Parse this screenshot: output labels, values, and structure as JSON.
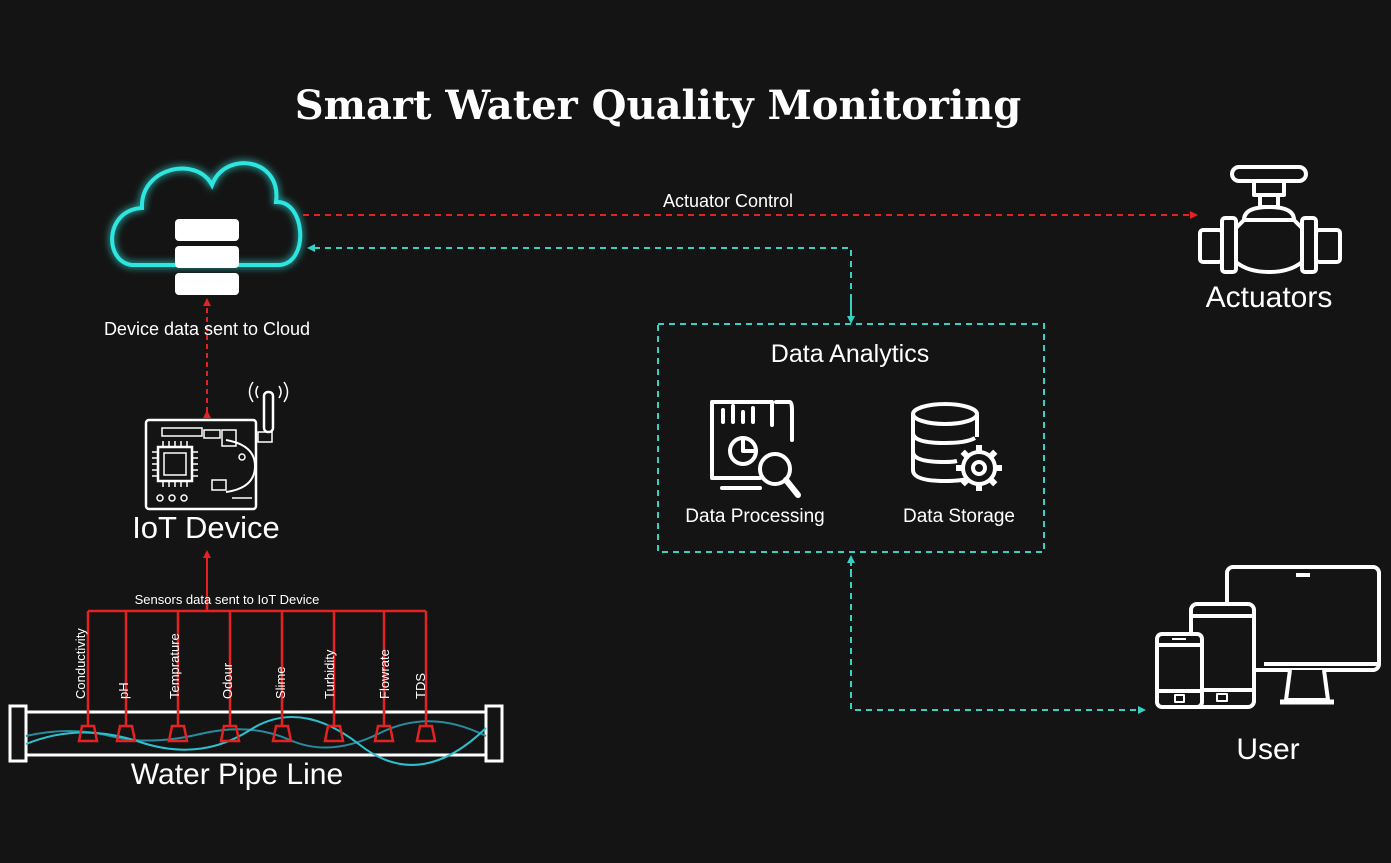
{
  "title": "Smart Water Quality Monitoring",
  "colors": {
    "background": "#141414",
    "red_dashed": "#e52222",
    "teal_dashed": "#36d0c4",
    "cloud_glow": "#2ee6e0",
    "white": "#ffffff"
  },
  "edges": {
    "actuator_control": "Actuator Control",
    "device_to_cloud": "Device data sent to Cloud",
    "sensors_to_iot": "Sensors data sent to IoT Device"
  },
  "nodes": {
    "cloud": {
      "icon": "cloud-database-icon"
    },
    "actuators": {
      "label": "Actuators",
      "icon": "valve-icon"
    },
    "iot_device": {
      "label": "IoT Device",
      "icon": "circuit-board-icon"
    },
    "analytics": {
      "label": "Data Analytics",
      "processing": {
        "label": "Data Processing",
        "icon": "report-magnifier-icon"
      },
      "storage": {
        "label": "Data Storage",
        "icon": "database-gear-icon"
      }
    },
    "user": {
      "label": "User",
      "icon": "devices-icon"
    },
    "pipe": {
      "label": "Water Pipe Line"
    }
  },
  "sensors": [
    "Conductivity",
    "pH",
    "Temprature",
    "Odour",
    "Slime",
    "Turbidity",
    "Flowrate",
    "TDS"
  ]
}
